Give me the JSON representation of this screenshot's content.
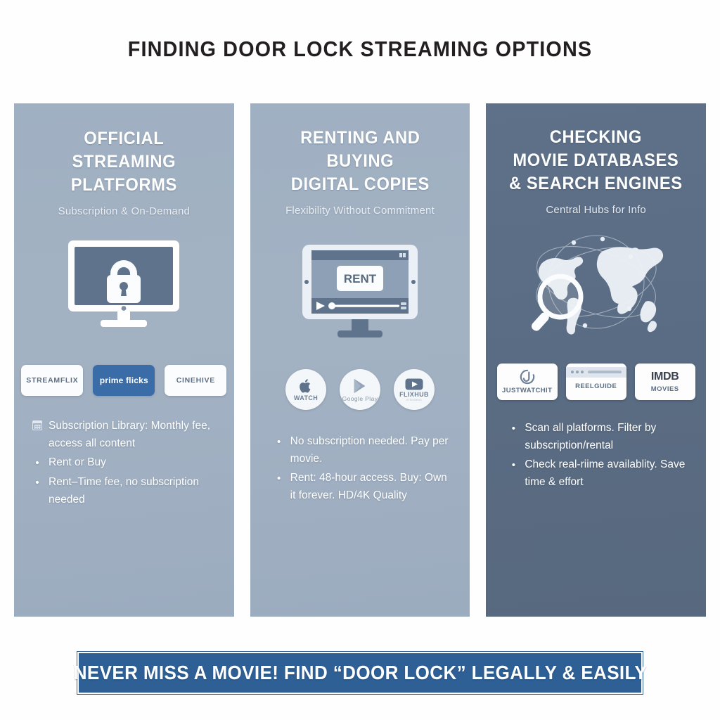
{
  "title": "FINDING DOOR LOCK STREAMING OPTIONS",
  "columns": [
    {
      "id": "official-streaming-platforms",
      "title": "OFFICIAL\nSTREAMING\nPLATFORMS",
      "title_lines": [
        "OFFICIAL",
        "STREAMING",
        "PLATFORMS"
      ],
      "subtitle": "Subscription & On-Demand",
      "illustration": "monitor-with-padlock-icon",
      "badges": [
        {
          "label": "STREAMFLIX",
          "style": "plain",
          "icon": ""
        },
        {
          "label": "prime flicks",
          "style": "accent",
          "icon": ""
        },
        {
          "label": "CINEHIVE",
          "style": "plain",
          "icon": ""
        }
      ],
      "bullets": [
        {
          "marker": "calendar-icon",
          "text": "Subscription Library: Monthly fee, access all content"
        },
        {
          "marker": "dot",
          "text": "Rent or Buy"
        },
        {
          "marker": "dot",
          "text": "Rent–Time fee, no subscription needed"
        }
      ]
    },
    {
      "id": "renting-and-buying-digital-copies",
      "title": "RENTING AND BUYING\nDIGITAL COPIES",
      "title_lines": [
        "RENTING AND BUYING",
        "DIGITAL COPIES"
      ],
      "subtitle": "Flexibility Without Commitment",
      "illustration": "monitor-with-rent-button-icon",
      "illustration_label": "RENT",
      "badges": [
        {
          "label": "WATCH",
          "style": "circle",
          "icon": "apple-icon",
          "micro": ""
        },
        {
          "label": "Google Play",
          "style": "circle-thin",
          "icon": "play-triangle-icon",
          "micro": ""
        },
        {
          "label": "FLIXHUB",
          "style": "circle",
          "icon": "video-play-icon",
          "micro": "STREAMING"
        }
      ],
      "bullets": [
        {
          "marker": "dot",
          "text": "No subscription needed. Pay per movie."
        },
        {
          "marker": "dot",
          "text": "Rent: 48-hour access. Buy: Own it forever. HD/4K Quality"
        }
      ]
    },
    {
      "id": "checking-movie-databases-and-search-engines",
      "title": "CHECKING\nMOVIE DATABASES\n& SEARCH ENGINES",
      "title_lines": [
        "CHECKING",
        "MOVIE DATABASES",
        "& SEARCH ENGINES"
      ],
      "subtitle": "Central Hubs for Info",
      "illustration": "globe-map-with-magnifier-icon",
      "badges": [
        {
          "label": "JUSTWATCHIT",
          "style": "tall",
          "icon": "j-circle-icon",
          "sub": ""
        },
        {
          "label": "REELGUIDE",
          "style": "tall-browser",
          "icon": "browser-window-icon",
          "sub": ""
        },
        {
          "label": "IMDB",
          "style": "tall-imdb",
          "icon": "",
          "sub": "MOVIES"
        }
      ],
      "bullets": [
        {
          "marker": "dot",
          "text": "Scan all platforms. Filter by subscription/rental"
        },
        {
          "marker": "dot",
          "text": "Check real-riime availablity. Save time & effort"
        }
      ]
    }
  ],
  "banner": {
    "text": "NEVER MISS A MOVIE! FIND “DOOR LOCK” LEGALLY & EASILY"
  },
  "colors": {
    "panel_light": "#9fb0c2",
    "panel_dark": "#5b6e85",
    "accent_blue": "#3a6ca8",
    "banner_blue": "#2e6096",
    "background": "#fefefe",
    "title_text": "#231f20",
    "panel_text": "#ffffff"
  }
}
